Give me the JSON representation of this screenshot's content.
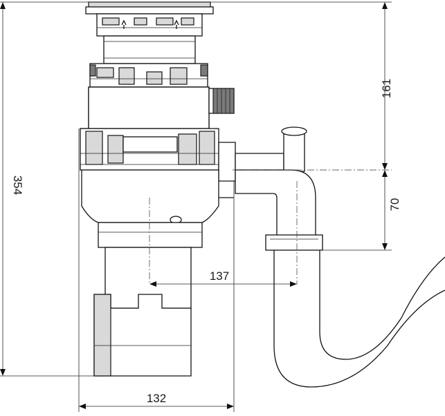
{
  "dimensions": {
    "total_height": "354",
    "upper_height": "161",
    "trap_offset": "70",
    "outlet_distance": "137",
    "body_width": "132"
  },
  "colors": {
    "line": "#111111",
    "background": "#ffffff",
    "shade": "#d9d9d9"
  }
}
